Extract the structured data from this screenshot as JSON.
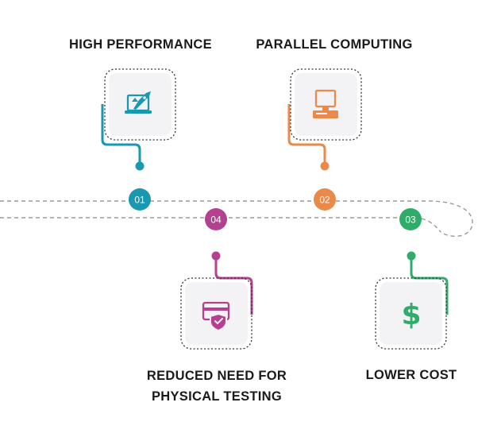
{
  "features": [
    {
      "id": "high-performance",
      "number": "01",
      "title": "HIGH PERFORMANCE",
      "color": "#1a98b0",
      "icon": "rocket-laptop-icon"
    },
    {
      "id": "parallel-computing",
      "number": "02",
      "title": "PARALLEL COMPUTING",
      "color": "#e98a4a",
      "icon": "desktop-computer-icon"
    },
    {
      "id": "lower-cost",
      "number": "03",
      "title": "LOWER COST",
      "color": "#2fac6a",
      "icon": "dollar-icon"
    },
    {
      "id": "reduced-testing",
      "number": "04",
      "title_lines": [
        "REDUCED NEED FOR",
        "PHYSICAL TESTING"
      ],
      "color": "#b5408f",
      "icon": "shield-card-icon"
    }
  ]
}
